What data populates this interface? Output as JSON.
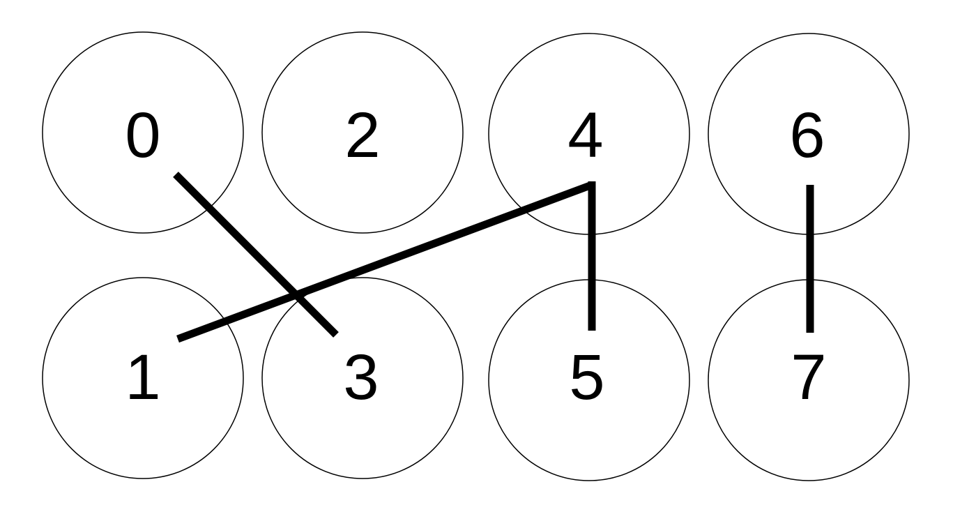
{
  "diagram": {
    "nodes": [
      {
        "id": "0",
        "label": "0"
      },
      {
        "id": "1",
        "label": "1"
      },
      {
        "id": "2",
        "label": "2"
      },
      {
        "id": "3",
        "label": "3"
      },
      {
        "id": "4",
        "label": "4"
      },
      {
        "id": "5",
        "label": "5"
      },
      {
        "id": "6",
        "label": "6"
      },
      {
        "id": "7",
        "label": "7"
      }
    ],
    "edges": [
      {
        "from": "0",
        "to": "3"
      },
      {
        "from": "1",
        "to": "4"
      },
      {
        "from": "4",
        "to": "5"
      },
      {
        "from": "6",
        "to": "7"
      }
    ],
    "colors": {
      "background": "#ffffff",
      "stroke": "#000000"
    }
  }
}
